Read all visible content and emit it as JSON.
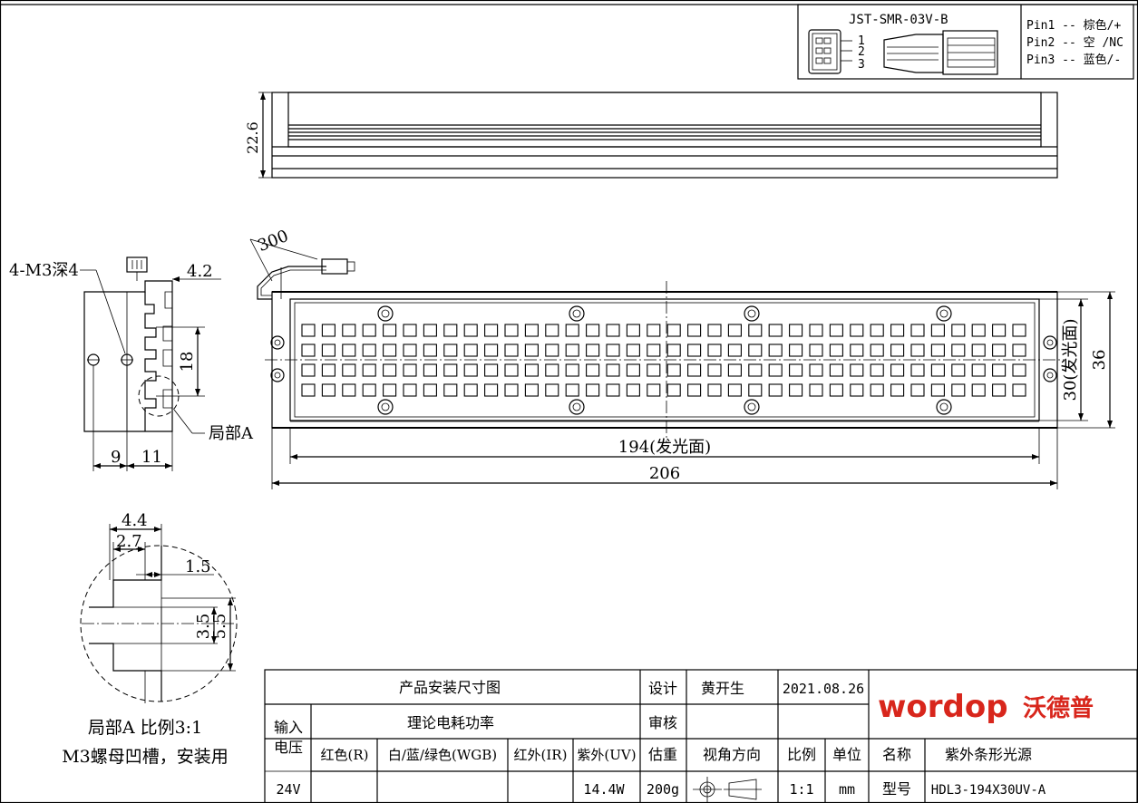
{
  "connector": {
    "model": "JST-SMR-03V-B",
    "pins": [
      "1",
      "2",
      "3"
    ],
    "pin_desc": [
      "Pin1 -- 棕色/+",
      "Pin2 -- 空 /NC",
      "Pin3 -- 蓝色/-"
    ]
  },
  "dims": {
    "height_side": "22.6",
    "cable": "300",
    "mount_hole": "4-M3深4",
    "slot_w": "4.2",
    "slot_spacing": "18",
    "w9": "9",
    "w11": "11",
    "detail_ref": "局部A",
    "emit_h": "30(发光面)",
    "total_h": "36",
    "emit_len": "194(发光面)",
    "total_len": "206",
    "d44": "4.4",
    "d27": "2.7",
    "d15": "1.5",
    "d35": "3.5",
    "d55": "5.5"
  },
  "detail_note": {
    "line1": "局部A  比例3:1",
    "line2": "M3螺母凹槽，安装用"
  },
  "title_block": {
    "drawing_title": "产品安装尺寸图",
    "design_label": "设计",
    "designer": "黄开生",
    "date": "2021.08.26",
    "review_label": "审核",
    "input_voltage_label": "输入电压",
    "power_label": "理论电耗功率",
    "col_red": "红色(R)",
    "col_wgb": "白/蓝/绿色(WGB)",
    "col_ir": "红外(IR)",
    "col_uv": "紫外(UV)",
    "weight_label": "估重",
    "view_label": "视角方向",
    "scale_label": "比例",
    "unit_label": "单位",
    "name_label": "名称",
    "name_value": "紫外条形光源",
    "voltage": "24V",
    "uv_power": "14.4W",
    "weight": "200g",
    "scale": "1:1",
    "unit": "mm",
    "model_label": "型号",
    "model_value": "HDL3-194X30UV-A"
  },
  "brand": {
    "logo_latin": "wordop",
    "logo_cn": "沃德普",
    "color": "#d8261c"
  }
}
